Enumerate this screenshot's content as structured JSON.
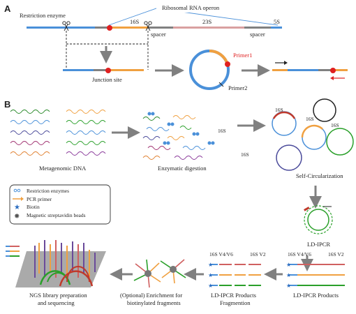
{
  "panels": {
    "a": "A",
    "b": "B"
  },
  "panel_a": {
    "operon": "Ribosomal RNA operon",
    "restriction_enzyme": "Restriction enzyme",
    "gene_16s": "16S",
    "gene_23s": "23S",
    "gene_5s": "5S",
    "spacer1": "spacer",
    "spacer2": "spacer",
    "junction": "Junction site",
    "primer1": "Primer1",
    "primer2": "Primer2"
  },
  "panel_b": {
    "metagenomic": "Metagenomic DNA",
    "digestion": "Enzymatic digestion",
    "digest_16s_1": "16S",
    "digest_16s_2": "16S",
    "selfcirc": "Self-Circularization",
    "circ_16s_1": "16S",
    "circ_16s_2": "16S",
    "circ_16s_3": "16S",
    "ldipcr": "LD-IPCR",
    "legend": {
      "restriction": "Restriction enzymes",
      "pcr_primer": "PCR primer",
      "biotin": "Biotin",
      "beads": "Magnetic streptavidin beads"
    },
    "prod_v4v6": "16S V4/V6",
    "prod_v2": "16S V2",
    "frag_v4v6": "16S V4/V6",
    "frag_v2": "16S V2",
    "ldipcr_products": "LD-IPCR Products",
    "fragmentation_line1": "LD-IPCR Products",
    "fragmentation_line2": "Fragmention",
    "enrichment_line1": "(Optional) Enrichment for",
    "enrichment_line2": "biotinylated fragments",
    "ngs_line1": "NGS library preparation",
    "ngs_line2": "and sequencing"
  },
  "colors": {
    "blue": "#4a90d9",
    "orange": "#f0a040",
    "pink": "#d9a0a0",
    "gray": "#808080",
    "red": "#e02020",
    "green": "#2aa02a",
    "darkred": "#c0392b"
  }
}
